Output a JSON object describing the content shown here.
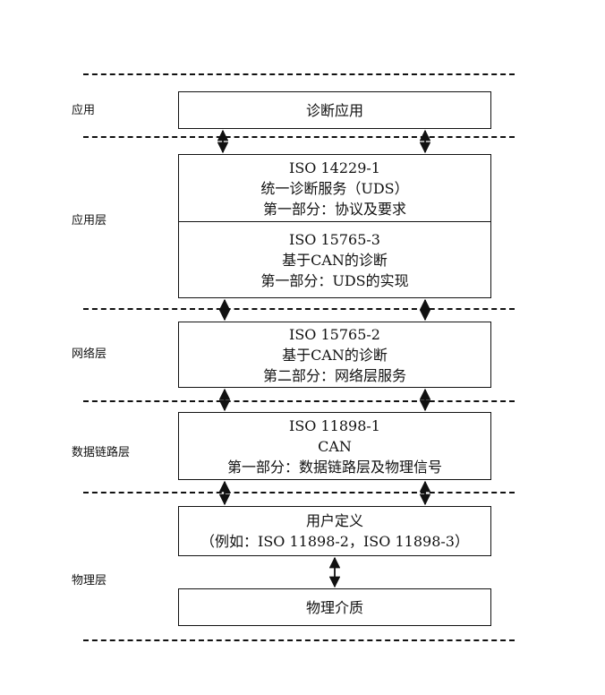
{
  "layers": {
    "application": "应用",
    "application_layer": "应用层",
    "network_layer": "网络层",
    "data_link_layer": "数据链路层",
    "physical_layer": "物理层"
  },
  "boxes": {
    "diag_app": {
      "lines": [
        "诊断应用"
      ]
    },
    "iso14229": {
      "lines": [
        "ISO 14229-1",
        "统一诊断服务（UDS）",
        "第一部分：协议及要求"
      ]
    },
    "iso15765_3": {
      "lines": [
        "ISO 15765-3",
        "基于CAN的诊断",
        "第一部分：UDS的实现"
      ]
    },
    "iso15765_2": {
      "lines": [
        "ISO 15765-2",
        "基于CAN的诊断",
        "第二部分：网络层服务"
      ]
    },
    "iso11898_1": {
      "lines": [
        "ISO 11898-1",
        "CAN",
        "第一部分：数据链路层及物理信号"
      ]
    },
    "user_defined": {
      "lines": [
        "用户定义",
        "（例如：ISO 11898-2，ISO 11898-3）"
      ]
    },
    "physical_medium": {
      "lines": [
        "物理介质"
      ]
    }
  }
}
